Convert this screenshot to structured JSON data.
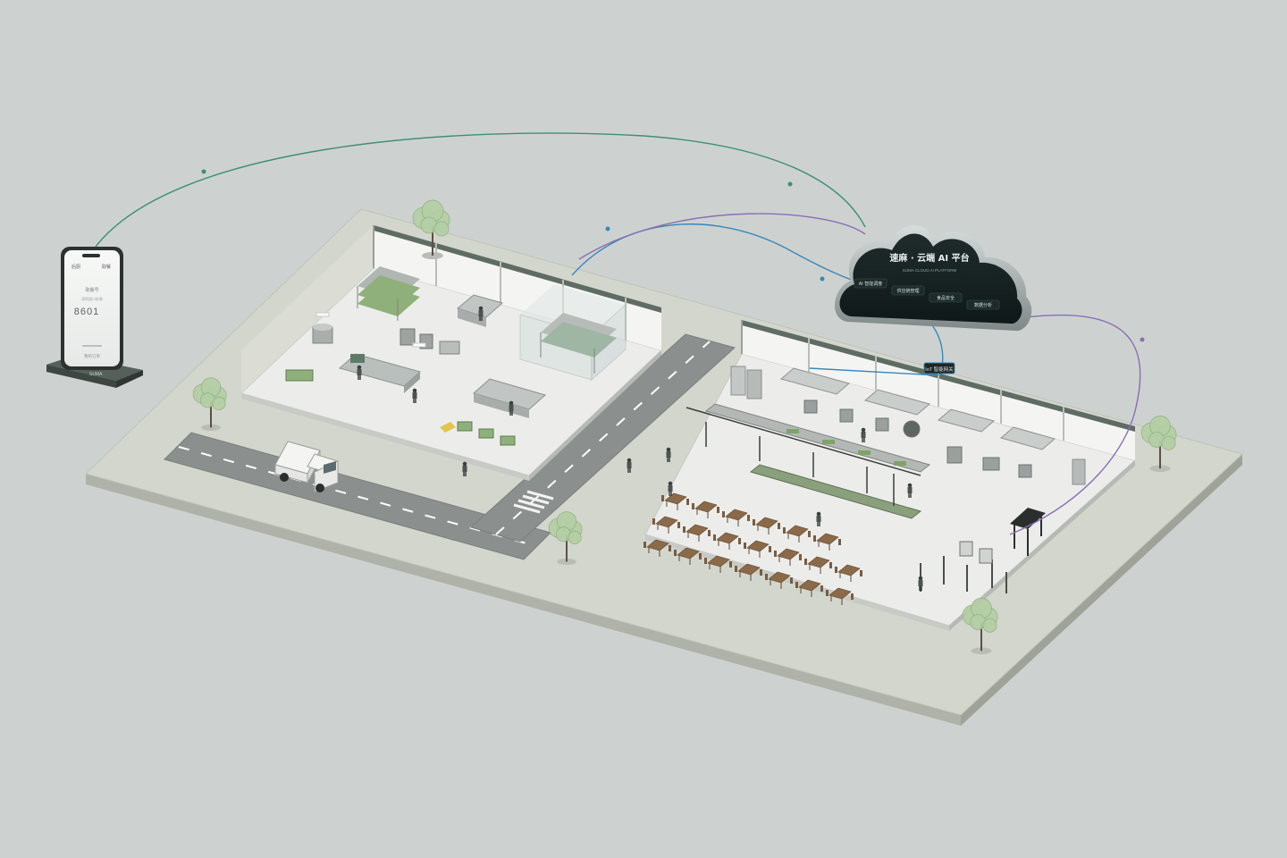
{
  "colors": {
    "background": "#cdd2d0",
    "site_base": "#c4c8bf",
    "site_top": "#d6d9d1",
    "building_floor": "#ececea",
    "wall": "#f3f4f2",
    "wall_trim": "#5e6b63",
    "road": "#8a8f8d",
    "road_mark": "#ffffff",
    "cloud_fill": "#14201f",
    "cloud_edge": "#9aa3a3",
    "link_green": "#3f8f78",
    "link_blue": "#3c86b8",
    "link_purple": "#8a6fb3",
    "table_wood": "#8a6a4a",
    "steel": "#b8bcbd",
    "plant_green": "#7fa36b",
    "tree_green": "#a9c79a"
  },
  "cloud": {
    "title": "速麻 · 云端 AI 平台",
    "subtitle": "SUMA CLOUD AI PLATFORM",
    "modules": [
      "AI 智能调度",
      "供应链管理",
      "食品安全",
      "数据分析"
    ],
    "icon": "cloud-icon"
  },
  "phone": {
    "header_left": "后厨",
    "header_right": "取餐",
    "caption": "取餐号",
    "sub_caption": "请到窗口取餐",
    "order_number": "8601",
    "footer": "我的订单",
    "stand_label": "SUMA",
    "icon": "smartphone-icon"
  },
  "hub": {
    "label": "IoT 智能网关",
    "icon": "router-icon"
  },
  "buildings": {
    "central_kitchen": "central-kitchen-building",
    "restaurant": "restaurant-building"
  },
  "icons": {
    "truck": "delivery-truck-icon",
    "tree": "tree-icon",
    "person": "person-icon",
    "shelf": "plant-shelf-icon",
    "table": "dining-table-icon",
    "gate": "access-gate-icon"
  }
}
